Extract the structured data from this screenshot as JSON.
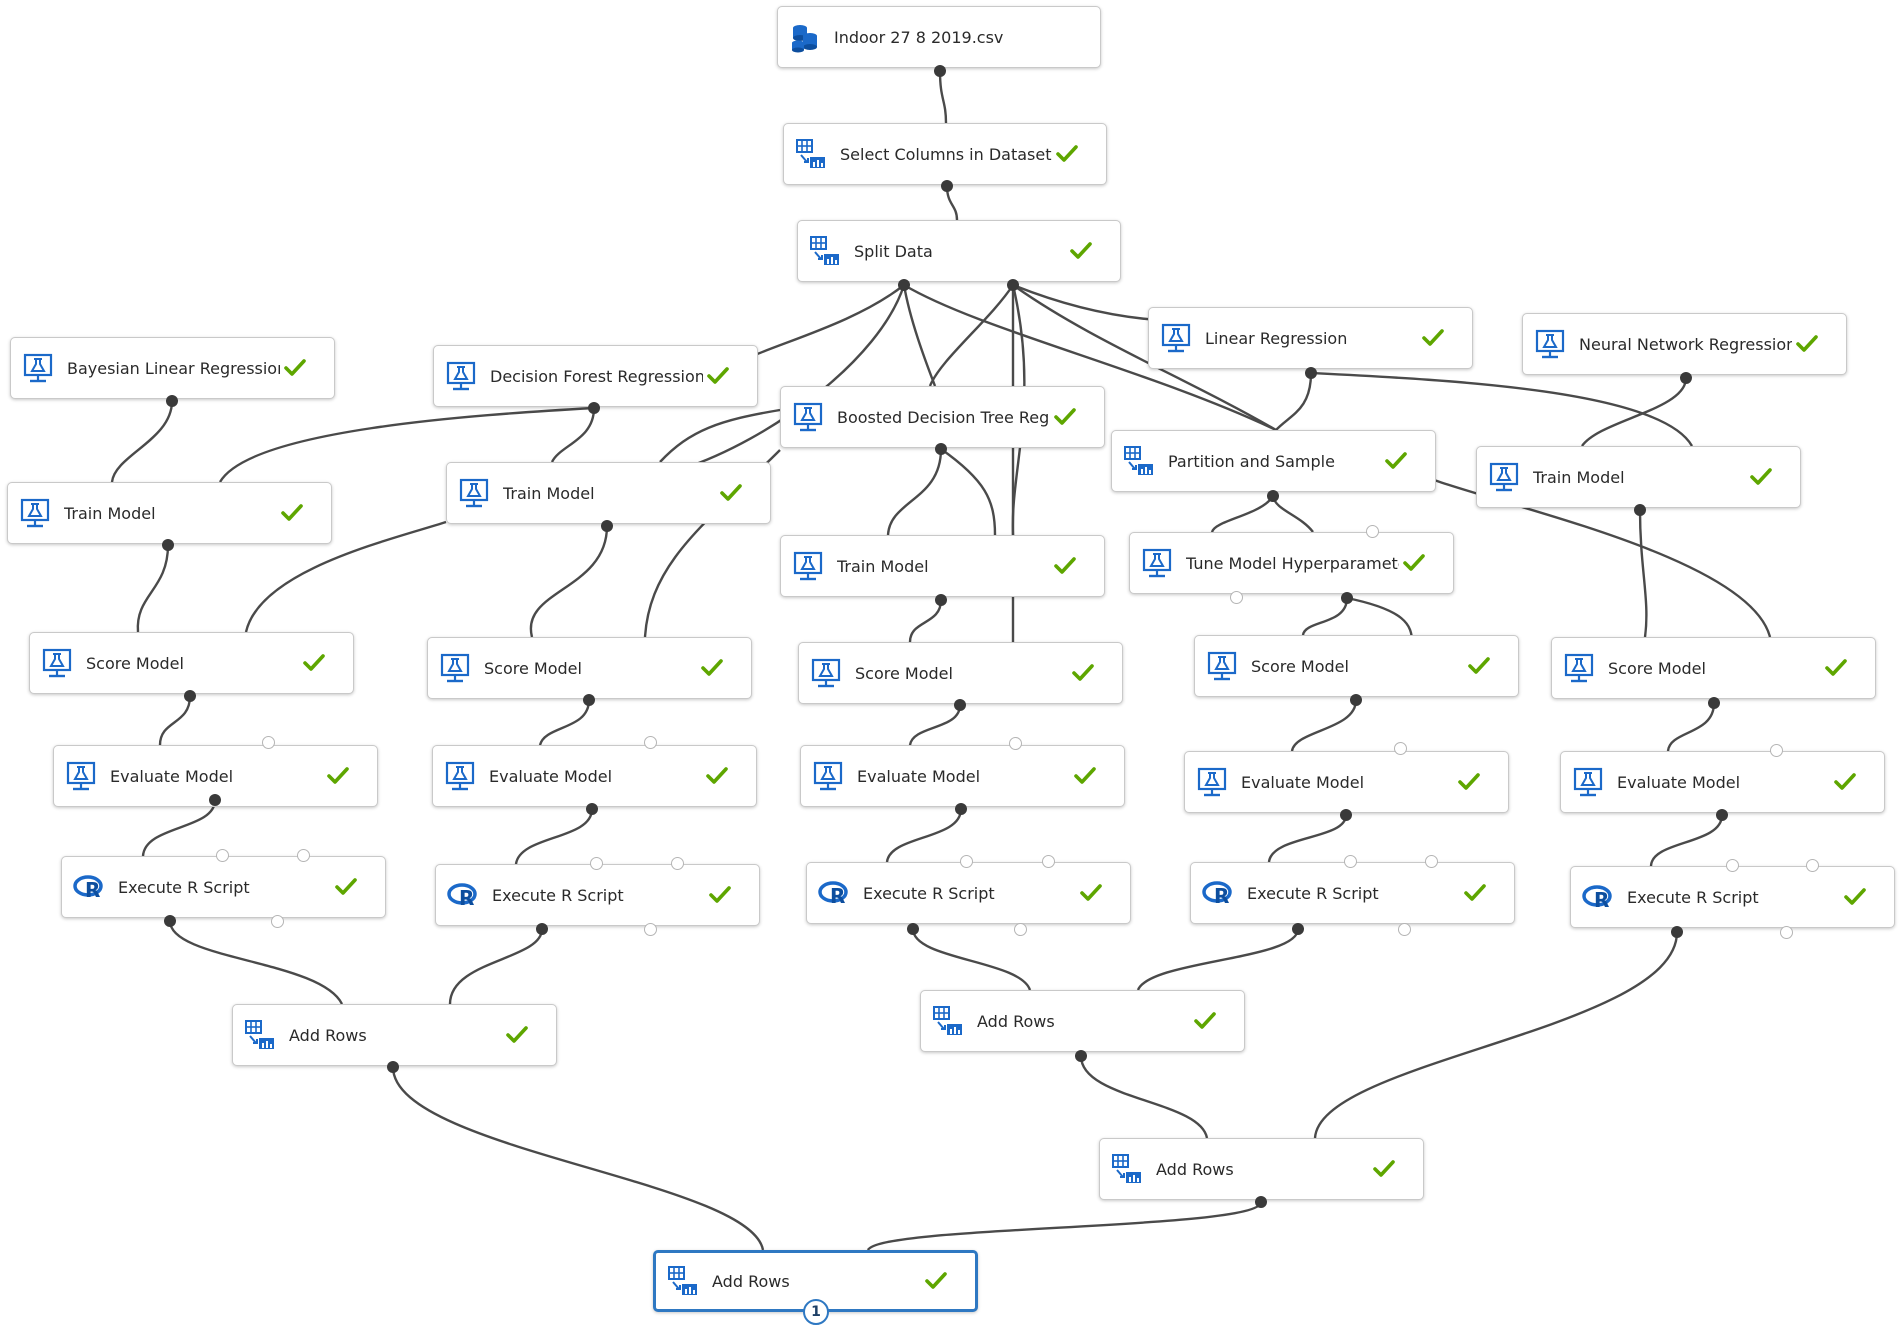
{
  "colors": {
    "check": "#5ea600",
    "accent": "#2e78c2",
    "icon_blue": "#1b69c9",
    "wire": "#4a4a4a"
  },
  "nodes": [
    {
      "id": "dataset",
      "label": "Indoor  27  8  2019.csv",
      "icon": "dataset-icon",
      "status": ""
    },
    {
      "id": "select",
      "label": "Select Columns in Dataset",
      "icon": "grid-transform-icon",
      "status": "complete"
    },
    {
      "id": "split",
      "label": "Split Data",
      "icon": "grid-transform-icon",
      "status": "complete"
    },
    {
      "id": "blr",
      "label": "Bayesian Linear Regression",
      "icon": "model-flask-icon",
      "status": "complete"
    },
    {
      "id": "dfr",
      "label": "Decision Forest Regression",
      "icon": "model-flask-icon",
      "status": "complete"
    },
    {
      "id": "lr",
      "label": "Linear Regression",
      "icon": "model-flask-icon",
      "status": "complete"
    },
    {
      "id": "nnr",
      "label": "Neural Network Regression",
      "icon": "model-flask-icon",
      "status": "complete"
    },
    {
      "id": "bdt",
      "label": "Boosted Decision Tree Regr...",
      "icon": "model-flask-icon",
      "status": "complete"
    },
    {
      "id": "pas",
      "label": "Partition and Sample",
      "icon": "grid-transform-icon",
      "status": "complete"
    },
    {
      "id": "train1",
      "label": "Train Model",
      "icon": "model-flask-icon",
      "status": "complete"
    },
    {
      "id": "train2",
      "label": "Train Model",
      "icon": "model-flask-icon",
      "status": "complete"
    },
    {
      "id": "train5",
      "label": "Train Model",
      "icon": "model-flask-icon",
      "status": "complete"
    },
    {
      "id": "train3",
      "label": "Train Model",
      "icon": "model-flask-icon",
      "status": "complete"
    },
    {
      "id": "tune",
      "label": "Tune Model Hyperparameters",
      "icon": "model-flask-icon",
      "status": "complete"
    },
    {
      "id": "score1",
      "label": "Score Model",
      "icon": "model-flask-icon",
      "status": "complete"
    },
    {
      "id": "score2",
      "label": "Score Model",
      "icon": "model-flask-icon",
      "status": "complete"
    },
    {
      "id": "score3",
      "label": "Score Model",
      "icon": "model-flask-icon",
      "status": "complete"
    },
    {
      "id": "score4",
      "label": "Score Model",
      "icon": "model-flask-icon",
      "status": "complete"
    },
    {
      "id": "score5",
      "label": "Score Model",
      "icon": "model-flask-icon",
      "status": "complete"
    },
    {
      "id": "eval1",
      "label": "Evaluate Model",
      "icon": "model-flask-icon",
      "status": "complete"
    },
    {
      "id": "eval2",
      "label": "Evaluate Model",
      "icon": "model-flask-icon",
      "status": "complete"
    },
    {
      "id": "eval3",
      "label": "Evaluate Model",
      "icon": "model-flask-icon",
      "status": "complete"
    },
    {
      "id": "eval4",
      "label": "Evaluate Model",
      "icon": "model-flask-icon",
      "status": "complete"
    },
    {
      "id": "eval5",
      "label": "Evaluate Model",
      "icon": "model-flask-icon",
      "status": "complete"
    },
    {
      "id": "r1",
      "label": "Execute R Script",
      "icon": "r-script-icon",
      "status": "complete"
    },
    {
      "id": "r2",
      "label": "Execute R Script",
      "icon": "r-script-icon",
      "status": "complete"
    },
    {
      "id": "r3",
      "label": "Execute R Script",
      "icon": "r-script-icon",
      "status": "complete"
    },
    {
      "id": "r4",
      "label": "Execute R Script",
      "icon": "r-script-icon",
      "status": "complete"
    },
    {
      "id": "r5",
      "label": "Execute R Script",
      "icon": "r-script-icon",
      "status": "complete"
    },
    {
      "id": "add1",
      "label": "Add Rows",
      "icon": "grid-transform-icon",
      "status": "complete"
    },
    {
      "id": "add2",
      "label": "Add Rows",
      "icon": "grid-transform-icon",
      "status": "complete"
    },
    {
      "id": "add3",
      "label": "Add Rows",
      "icon": "grid-transform-icon",
      "status": "complete"
    },
    {
      "id": "addfinal",
      "label": "Add Rows",
      "icon": "grid-transform-icon",
      "status": "complete",
      "selected": true,
      "badge": "1"
    }
  ]
}
